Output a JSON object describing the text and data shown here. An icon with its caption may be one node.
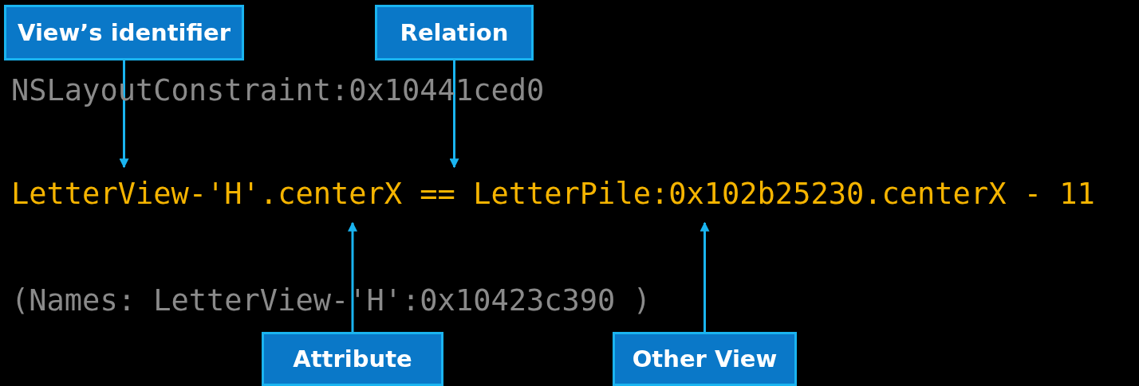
{
  "diagram": {
    "nodes": [
      {
        "text": [
          "View’s identifier"
        ]
      },
      {
        "text": [
          "Relation"
        ]
      },
      {
        "text": [
          "Attribute"
        ]
      },
      {
        "text": [
          "Other View"
        ]
      },
      {
        "text": [
          "LetterView-'H'.centerX == LetterPile:0x102b25230.centerX - 11"
        ]
      }
    ],
    "edges": [
      {
        "from": 0,
        "to": 4,
        "arrow": "to"
      },
      {
        "from": 1,
        "to": 4,
        "arrow": "to"
      },
      {
        "from": 2,
        "to": 4,
        "arrow": "to"
      },
      {
        "from": 3,
        "to": 4,
        "arrow": "to"
      }
    ],
    "labels": [
      "NSLayoutConstraint:0x10441ced0",
      "(Names: LetterView-'H':0x10423c390 )"
    ]
  }
}
